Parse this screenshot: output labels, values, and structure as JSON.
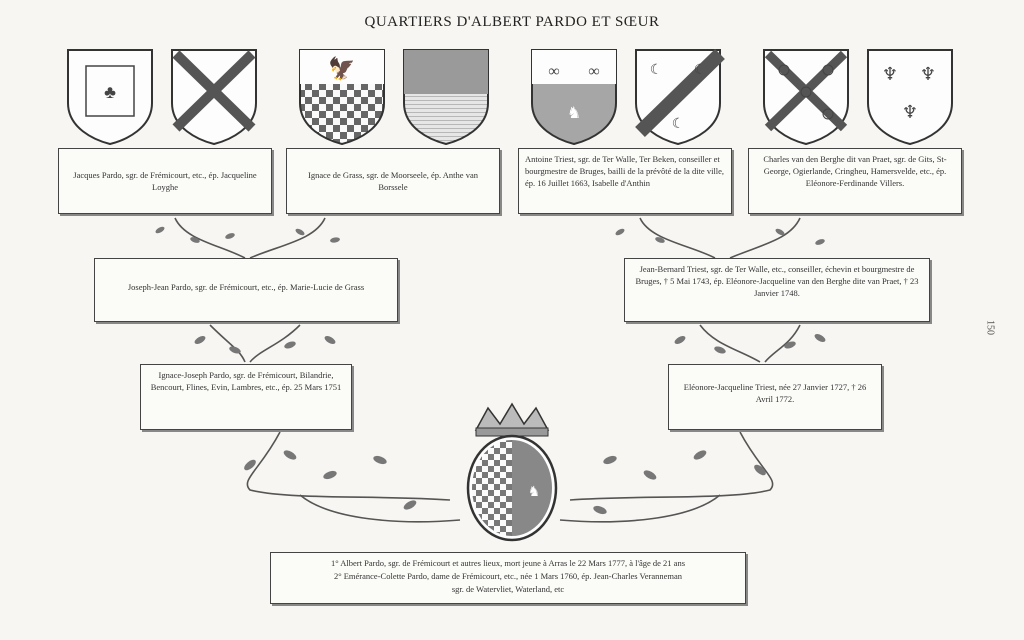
{
  "title": "QUARTIERS D'ALBERT PARDO ET SŒUR",
  "page_number": "150",
  "gen4": [
    {
      "text": "Jacques Pardo, sgr. de Frémicourt, etc., ép. Jacqueline Loyghe"
    },
    {
      "text": "Ignace de Grass, sgr. de Moorseele, ép. Anthe van Borssele"
    },
    {
      "text": "Antoine Triest, sgr. de Ter Walle, Ter Beken, conseiller et bourgmestre de Bruges, bailli de la prévôté de la dite ville, ép. 16 Juillet 1663, Isabelle d'Anthin"
    },
    {
      "text": "Charles van den Berghe dit van Praet, sgr. de Gits, St-George, Ogierlande, Cringheu, Hamersvelde, etc., ép. Eléonore-Ferdinande Villers."
    }
  ],
  "gen3": [
    {
      "text": "Joseph-Jean Pardo, sgr. de Frémicourt, etc., ép. Marie-Lucie de Grass"
    },
    {
      "text": "Jean-Bernard Triest, sgr. de Ter Walle, etc., conseiller, échevin et bourgmestre de Bruges, † 5 Mai 1743, ép. Eléonore-Jacqueline van den Berghe dite van Praet, † 23 Janvier 1748."
    }
  ],
  "gen2": [
    {
      "text": "Ignace-Joseph Pardo, sgr. de Frémicourt, Bilandrie, Bencourt, Flines, Evin, Lambres, etc., ép. 25 Mars 1751"
    },
    {
      "text": "Eléonore-Jacqueline Triest, née 27 Janvier 1727, † 26 Avril 1772."
    }
  ],
  "gen1": {
    "line1": "1° Albert Pardo, sgr. de Frémicourt et autres lieux, mort jeune à Arras le 22 Mars 1777, à l'âge de 21 ans",
    "line2": "2° Emérance-Colette Pardo, dame de Frémicourt, etc., née 1 Mars 1760, ép. Jean-Charles Veranneman",
    "line3": "sgr. de Watervliet, Waterland, etc"
  },
  "colors": {
    "ink": "#333333",
    "paper": "#f7f6f2",
    "shade": "#9a9a9a"
  }
}
